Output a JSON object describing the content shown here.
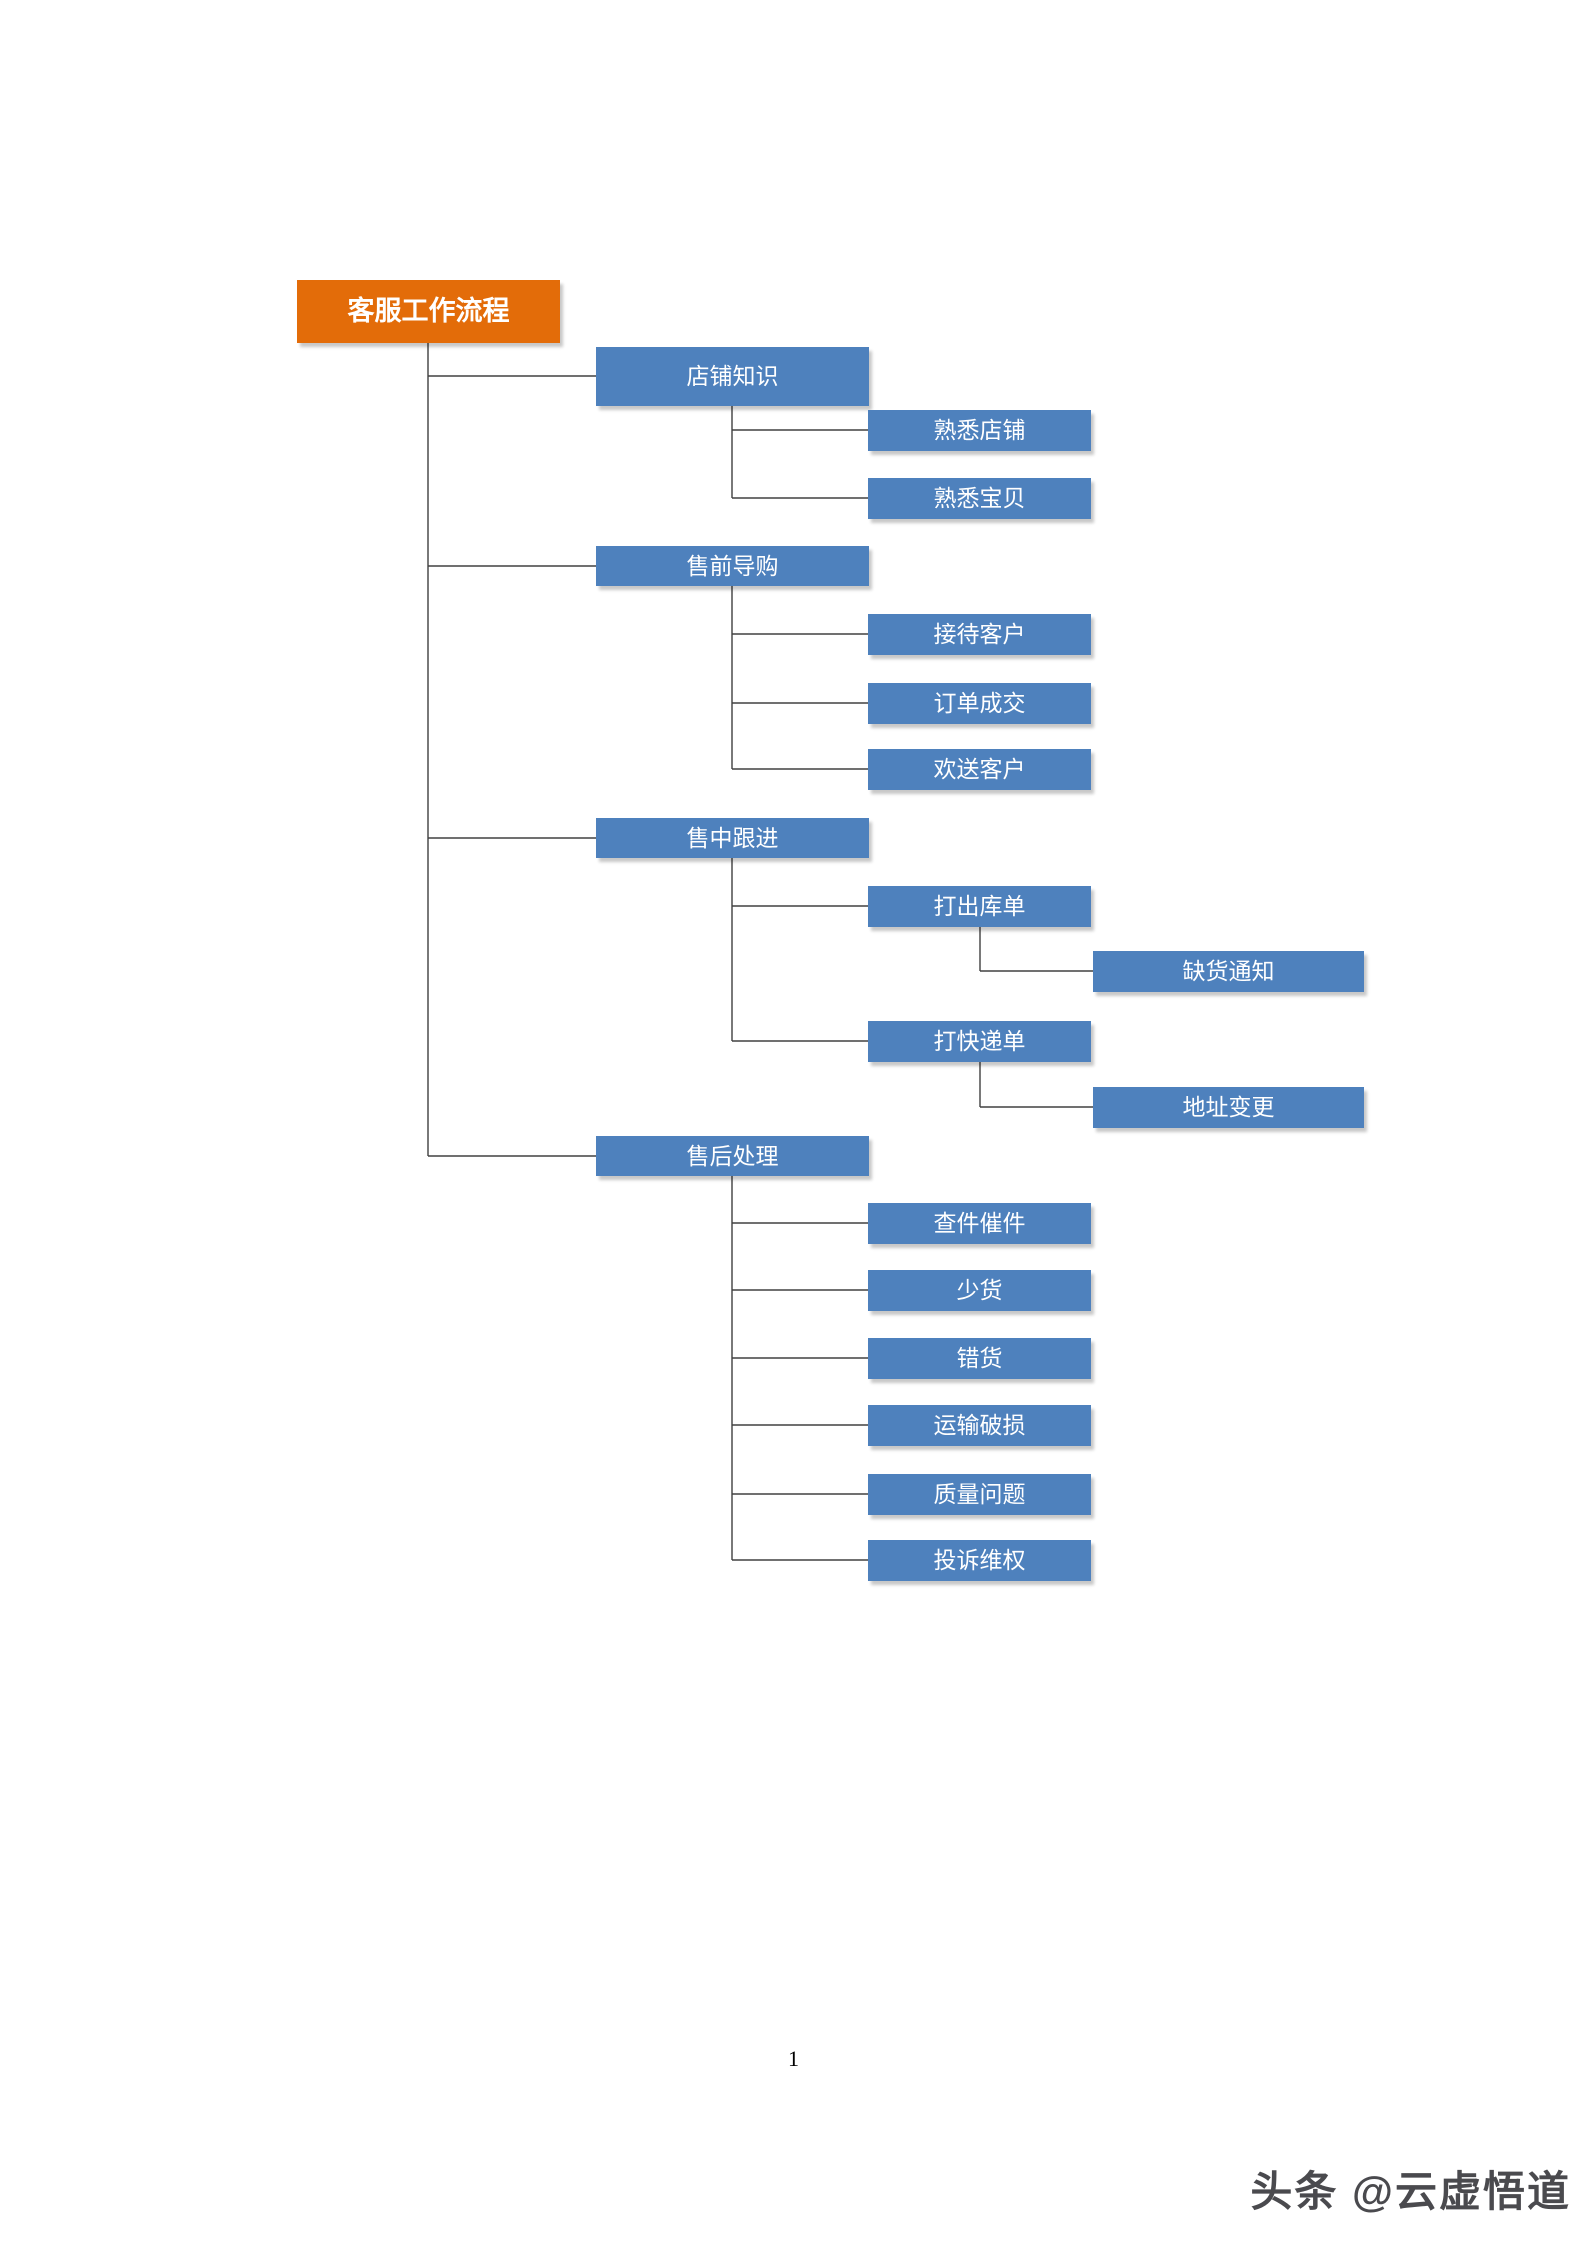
{
  "colors": {
    "root_fill": "#E36C09",
    "node_fill": "#4E81BD",
    "connector": "#404040"
  },
  "diagram": {
    "root": "客服工作流程",
    "branches": [
      {
        "label": "店铺知识",
        "children": [
          {
            "label": "熟悉店铺"
          },
          {
            "label": "熟悉宝贝"
          }
        ]
      },
      {
        "label": "售前导购",
        "children": [
          {
            "label": "接待客户"
          },
          {
            "label": "订单成交"
          },
          {
            "label": "欢送客户"
          }
        ]
      },
      {
        "label": "售中跟进",
        "children": [
          {
            "label": "打出库单",
            "children": [
              {
                "label": "缺货通知"
              }
            ]
          },
          {
            "label": "打快递单",
            "children": [
              {
                "label": "地址变更"
              }
            ]
          }
        ]
      },
      {
        "label": "售后处理",
        "children": [
          {
            "label": "查件催件"
          },
          {
            "label": "少货"
          },
          {
            "label": "错货"
          },
          {
            "label": "运输破损"
          },
          {
            "label": "质量问题"
          },
          {
            "label": "投诉维权"
          }
        ]
      }
    ]
  },
  "page": {
    "number": "1"
  },
  "watermark": {
    "text": "头条 @云虚悟道"
  }
}
